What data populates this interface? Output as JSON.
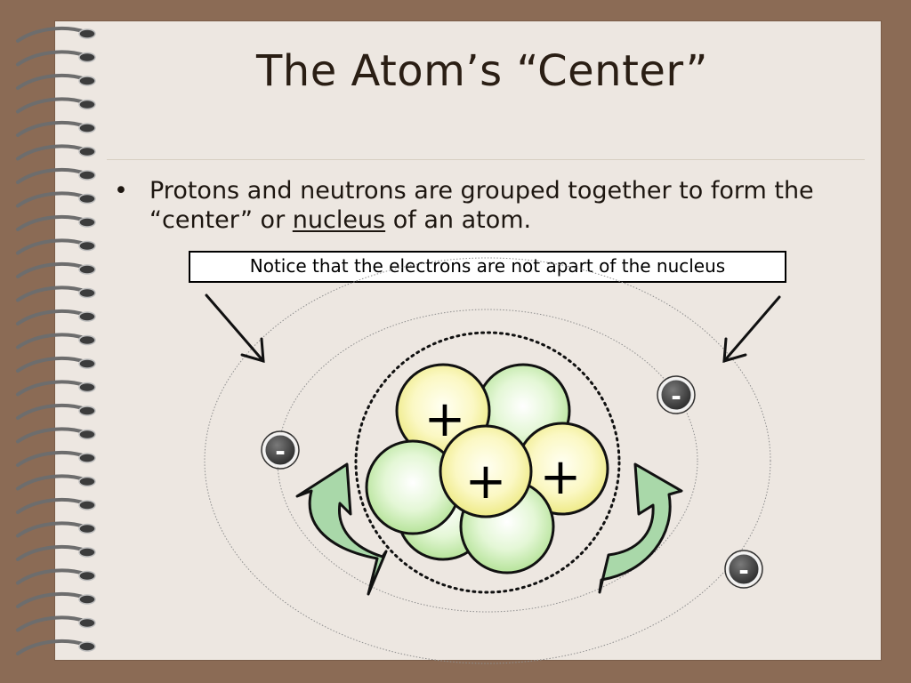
{
  "slide": {
    "title": "The Atom’s “Center”",
    "bullet": {
      "marker": "•",
      "text_before": "Protons and neutrons are grouped together to form the “center” or ",
      "term": "nucleus",
      "text_after": " of an atom."
    },
    "notice": "Notice that the electrons are not apart of the nucleus"
  },
  "diagram": {
    "proton_symbol": "+",
    "electron_symbol": "-",
    "colors": {
      "proton_fill": "#f6f4a8",
      "neutron_fill": "#cdeeb4",
      "outline": "#111111",
      "arrow_fill": "#a9d8a9",
      "electron_fill": "#3a3a3a"
    }
  }
}
